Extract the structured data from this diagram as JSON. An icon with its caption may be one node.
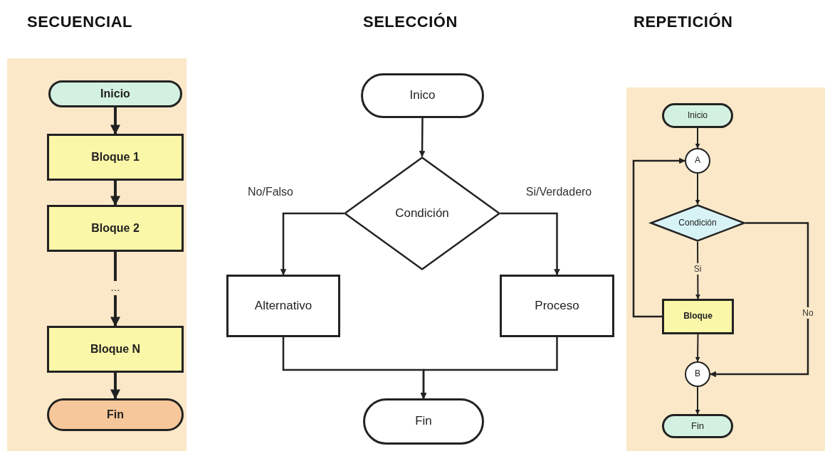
{
  "diagram": {
    "nodes": [
      {
        "text": [
          "Inicio"
        ]
      },
      {
        "text": [
          "Bloque 1"
        ]
      },
      {
        "text": [
          "Bloque 2"
        ]
      },
      {
        "text": [
          "…"
        ]
      },
      {
        "text": [
          "Bloque N"
        ]
      },
      {
        "text": [
          "Fin"
        ]
      },
      {
        "text": [
          "Inico"
        ]
      },
      {
        "text": [
          "Condición"
        ]
      },
      {
        "text": [
          "Alternativo"
        ]
      },
      {
        "text": [
          "Proceso"
        ]
      },
      {
        "text": [
          "Fin"
        ]
      },
      {
        "text": [
          "Inicio"
        ]
      },
      {
        "text": [
          "A"
        ]
      },
      {
        "text": [
          "Condición"
        ]
      },
      {
        "text": [
          "Bloque"
        ]
      },
      {
        "text": [
          "B"
        ]
      },
      {
        "text": [
          "Fin"
        ]
      }
    ],
    "edges": [
      {
        "from": 0,
        "to": 1,
        "arrow": "to"
      },
      {
        "from": 1,
        "to": 2,
        "arrow": "to"
      },
      {
        "from": 2,
        "to": 3,
        "arrow": "none"
      },
      {
        "from": 3,
        "to": 4,
        "arrow": "to"
      },
      {
        "from": 4,
        "to": 5,
        "arrow": "to"
      },
      {
        "from": 6,
        "to": 7,
        "arrow": "to"
      },
      {
        "from": 7,
        "to": 8,
        "arrow": "to",
        "label": "No/Falso"
      },
      {
        "from": 7,
        "to": 9,
        "arrow": "to",
        "label": "Si/Verdadero"
      },
      {
        "from": 8,
        "to": 10,
        "arrow": "to"
      },
      {
        "from": 9,
        "to": 10,
        "arrow": "to"
      },
      {
        "from": 11,
        "to": 12,
        "arrow": "to"
      },
      {
        "from": 12,
        "to": 13,
        "arrow": "to"
      },
      {
        "from": 13,
        "to": 14,
        "arrow": "to",
        "label": "Si"
      },
      {
        "from": 14,
        "to": 12,
        "arrow": "to"
      },
      {
        "from": 13,
        "to": 15,
        "arrow": "to",
        "label": "No"
      },
      {
        "from": 14,
        "to": 15,
        "arrow": "to"
      },
      {
        "from": 15,
        "to": 16,
        "arrow": "to"
      }
    ],
    "labels": [
      "SECUENCIAL",
      "SELECCIÓN",
      "REPETICIÓN"
    ]
  }
}
